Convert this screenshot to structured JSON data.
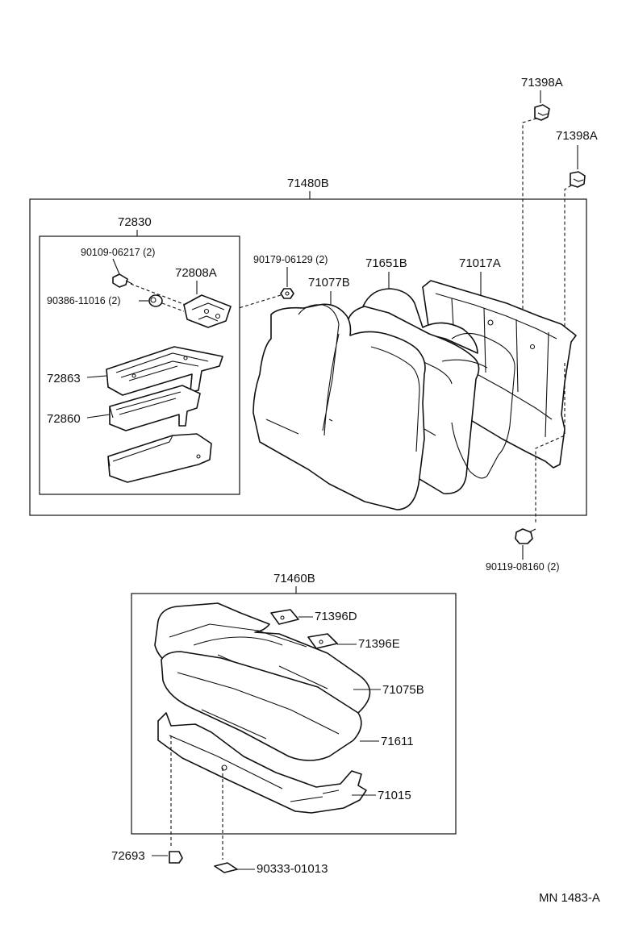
{
  "diagram_id": "MN 1483-A",
  "assemblies": {
    "seatback": "71480B",
    "armrest": "72830",
    "cushion": "71460B"
  },
  "labels": {
    "clip_top_1": "71398A",
    "clip_top_2": "71398A",
    "bolt_armrest": "90109-06217 (2)",
    "armrest_hinge": "72808A",
    "bushing_armrest": "90386-11016 (2)",
    "nut_seatback": "90179-06129 (2)",
    "seatback_cover": "71651B",
    "seatback_frame": "71017A",
    "seatback_pad": "71077B",
    "armrest_lid": "72863",
    "armrest_base": "72860",
    "bolt_bottom": "90119-08160 (2)",
    "cushion_clip_d": "71396D",
    "cushion_clip_e": "71396E",
    "cushion_cover": "71075B",
    "cushion_pad": "71611",
    "cushion_frame": "71015",
    "hook_left": "72693",
    "hook_bottom": "90333-01013"
  }
}
